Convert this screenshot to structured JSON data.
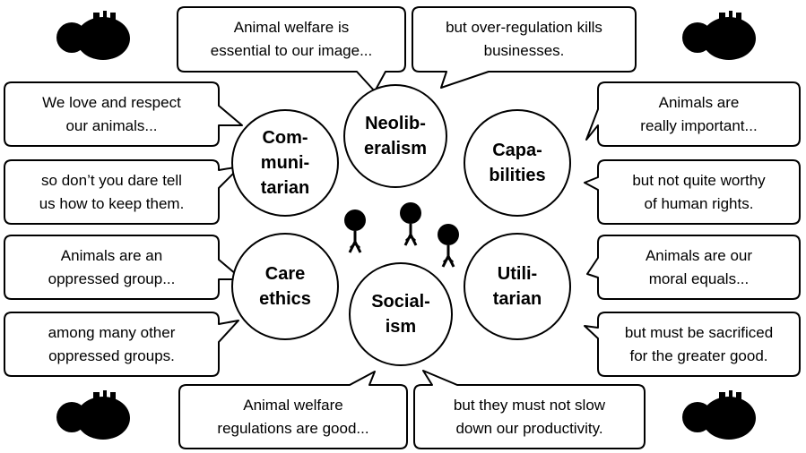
{
  "colors": {
    "line": "#000000",
    "fill": "#ffffff",
    "silhouette": "#000000"
  },
  "ideologies": [
    {
      "id": "neoliberalism",
      "label": "Neolib-\neralism"
    },
    {
      "id": "communitarian",
      "label": "Com-\nmuni-\ntarian"
    },
    {
      "id": "capabilities",
      "label": "Capa-\nbilities"
    },
    {
      "id": "care-ethics",
      "label": "Care\nethics"
    },
    {
      "id": "utilitarian",
      "label": "Utili-\ntarian"
    },
    {
      "id": "socialism",
      "label": "Social-\nism"
    }
  ],
  "statements": [
    {
      "id": "neoliberal-a",
      "text": "Animal welfare is\nessential to our image..."
    },
    {
      "id": "neoliberal-b",
      "text": "but over-regulation   kills\nbusinesses."
    },
    {
      "id": "communitarian-a",
      "text": "We love and respect\nour animals..."
    },
    {
      "id": "communitarian-b",
      "text": "so don’t you dare tell\nus how to keep them."
    },
    {
      "id": "capabilities-a",
      "text": "Animals are\nreally important..."
    },
    {
      "id": "capabilities-b",
      "text": "but not quite worthy\nof human rights."
    },
    {
      "id": "care-a",
      "text": "Animals are an\noppressed group..."
    },
    {
      "id": "care-b",
      "text": "among many other\noppressed groups."
    },
    {
      "id": "utilitarian-a",
      "text": "Animals are our\nmoral equals..."
    },
    {
      "id": "utilitarian-b",
      "text": "but must be sacrificed\nfor the greater good."
    },
    {
      "id": "socialism-a",
      "text": "Animal welfare\nregulations are good..."
    },
    {
      "id": "socialism-b",
      "text": "but they must not slow\ndown our productivity."
    }
  ],
  "figures": {
    "animals": [
      "cow-silhouette",
      "cow-silhouette",
      "cow-silhouette",
      "cow-silhouette"
    ],
    "people": [
      "person-icon",
      "person-icon",
      "person-icon"
    ]
  }
}
